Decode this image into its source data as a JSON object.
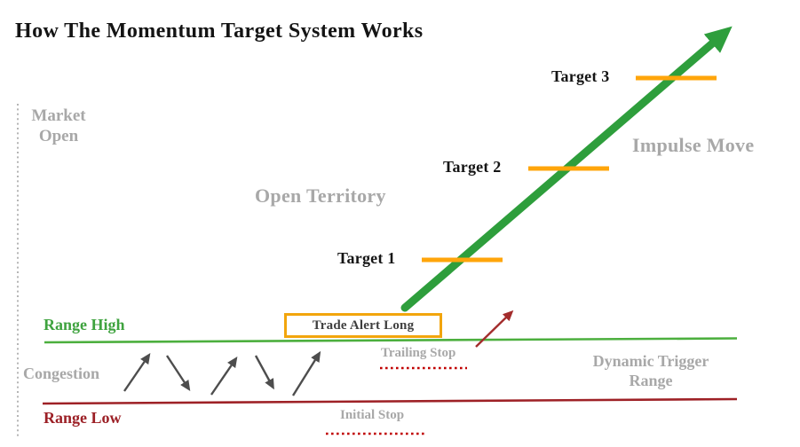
{
  "title": "How The Momentum Target System Works",
  "regions": {
    "market_open": {
      "line1": "Market",
      "line2": "Open"
    },
    "open_territory": "Open Territory",
    "impulse_move": "Impulse Move",
    "congestion": "Congestion",
    "dynamic_trigger_range": {
      "line1": "Dynamic Trigger",
      "line2": "Range"
    }
  },
  "levels": {
    "range_high": "Range High",
    "range_low": "Range Low"
  },
  "targets": [
    {
      "label": "Target 1"
    },
    {
      "label": "Target 2"
    },
    {
      "label": "Target 3"
    }
  ],
  "trade": {
    "alert_label": "Trade Alert Long",
    "trailing_stop": "Trailing Stop",
    "initial_stop": "Initial Stop"
  },
  "colors": {
    "title_text": "#141414",
    "gray_label": "#a8a8a8",
    "range_high_green": "#3fa33f",
    "range_low_red": "#9c2026",
    "green_trend_line": "#4caf3e",
    "green_arrow": "#2e9e3c",
    "red_range_line": "#9e2126",
    "orange_target": "#ffa50a",
    "orange_box_border": "#f2a50c",
    "stop_underline_red": "#c00000",
    "red_breakout_arrow": "#a32c2c",
    "congestion_arrow_gray": "#4d4d4d",
    "dotted_guide_gray": "#b5b5b5"
  }
}
